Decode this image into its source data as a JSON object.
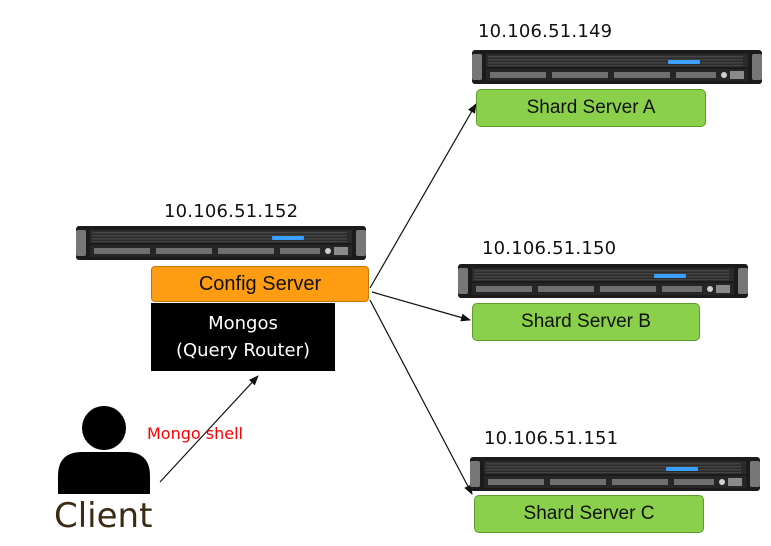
{
  "servers": {
    "config": {
      "ip": "10.106.51.152",
      "role": "Config Server"
    },
    "shard_a": {
      "ip": "10.106.51.149",
      "label": "Shard Server A"
    },
    "shard_b": {
      "ip": "10.106.51.150",
      "label": "Shard Server B"
    },
    "shard_c": {
      "ip": "10.106.51.151",
      "label": "Shard Server C"
    }
  },
  "mongos": {
    "line1": "Mongos",
    "line2": "(Query Router)"
  },
  "client": {
    "label": "Client",
    "connection": "Mongo shell"
  },
  "colors": {
    "shard_fill": "#8ad04a",
    "config_fill": "#ff9d12",
    "mongos_fill": "#000000",
    "shell_text": "#ff0000",
    "client_text": "#3b2a14"
  },
  "icons": [
    "rack-server-icon",
    "person-icon",
    "arrow-icon"
  ]
}
